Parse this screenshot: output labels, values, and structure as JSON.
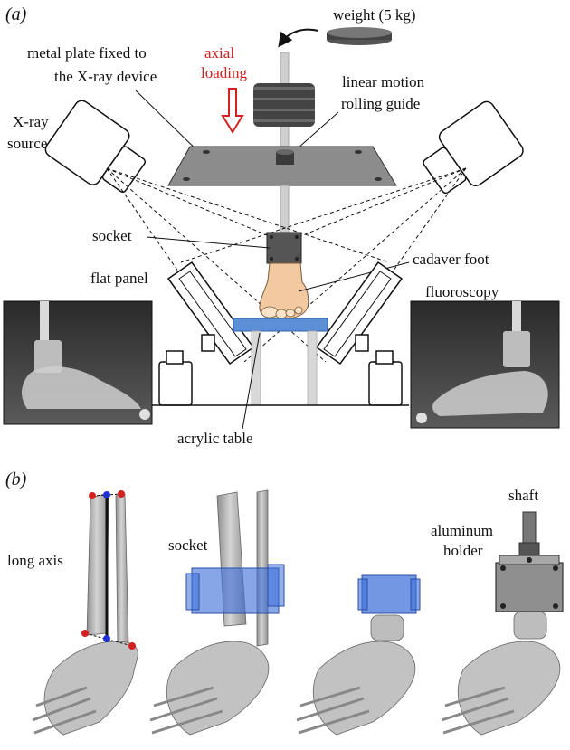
{
  "panels": {
    "a": {
      "label": "(a)"
    },
    "b": {
      "label": "(b)"
    }
  },
  "labels_a": {
    "weight": "weight (5 kg)",
    "plate_line1": "metal plate fixed to",
    "plate_line2": "the X-ray device",
    "axial_line1": "axial",
    "axial_line2": "loading",
    "guide_line1": "linear motion",
    "guide_line2": "rolling guide",
    "xray_line1": "X-ray",
    "xray_line2": "source",
    "socket": "socket",
    "cadaver": "cadaver foot",
    "flat_panel": "flat panel",
    "fluoroscopy": "fluoroscopy",
    "acrylic": "acrylic table"
  },
  "labels_b": {
    "long_axis": "long axis",
    "socket": "socket",
    "shaft": "shaft",
    "holder_line1": "aluminum",
    "holder_line2": "holder"
  },
  "colors": {
    "red": "#d42020",
    "table_blue": "#5b8fd6",
    "socket_blue": "#3d6fd8",
    "bone": "#bdbdbd",
    "plate": "#8c8c8c",
    "skin": "#f2c9a0"
  }
}
